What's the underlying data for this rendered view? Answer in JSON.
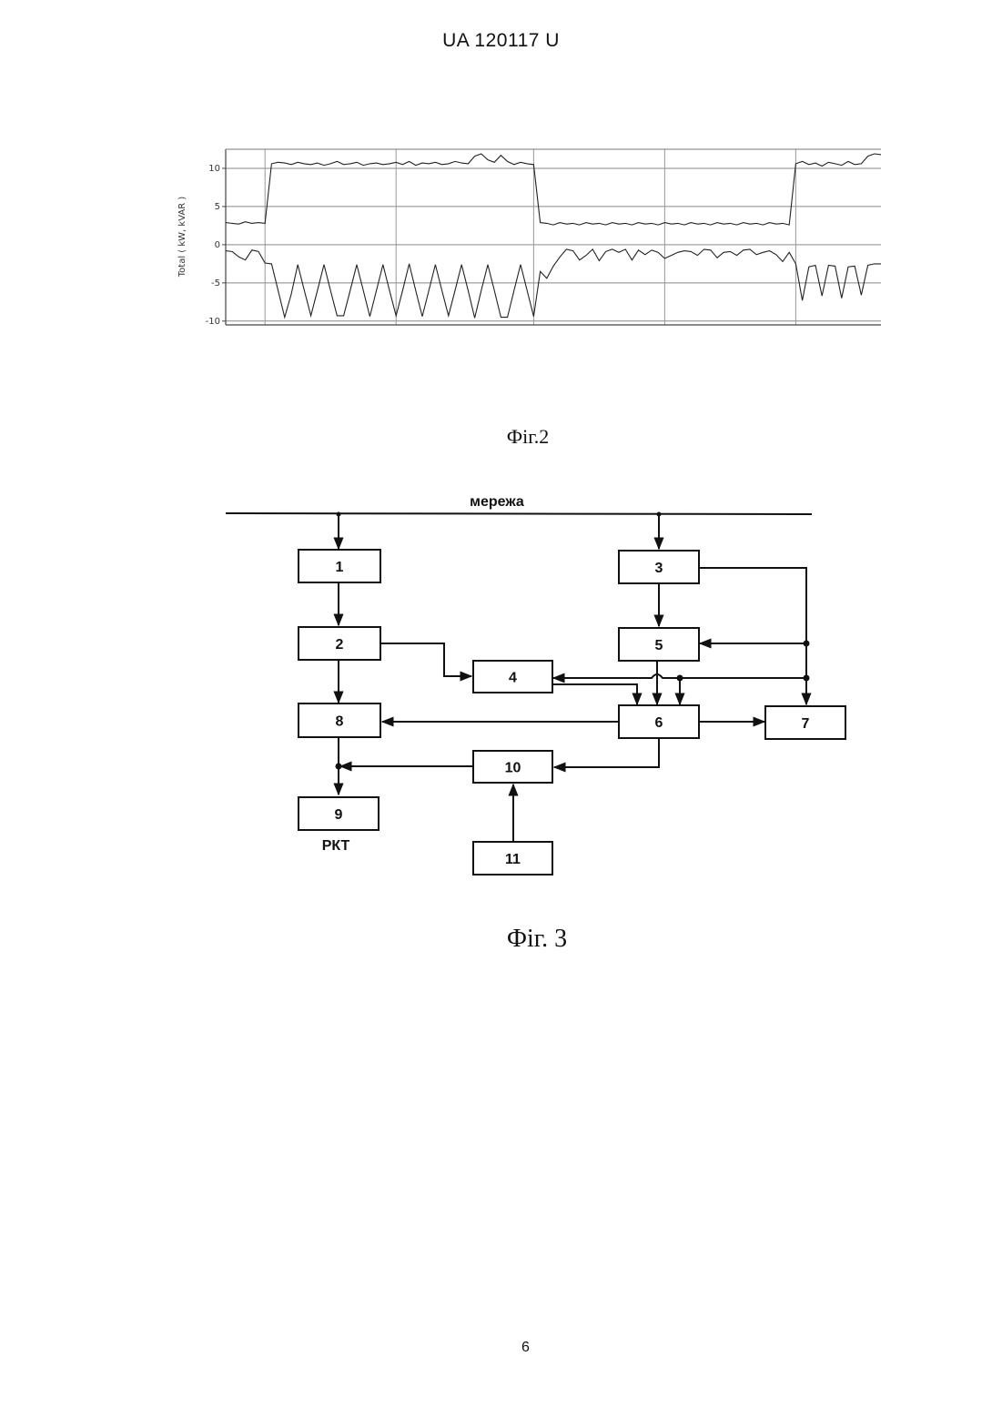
{
  "header": {
    "doc_id": "UA   120117   U"
  },
  "figure2": {
    "caption": "Фіг.2",
    "chart_data": {
      "type": "line",
      "ylabel": "Total ( kW, kVAR )",
      "ylim": [
        -10.5,
        12.5
      ],
      "xlim": [
        0,
        100
      ],
      "yticks": [
        10,
        5,
        0,
        -5,
        -10
      ],
      "ytick_labels": [
        "10",
        "5",
        "0",
        "-5",
        "-10"
      ],
      "hgrid": [
        10,
        5,
        0,
        -5,
        -10
      ],
      "vgrid": [
        6,
        26,
        47,
        67,
        87
      ],
      "grid": true,
      "series": [
        {
          "values": [
            [
              0,
              2.9
            ],
            [
              1,
              2.8
            ],
            [
              2,
              2.7
            ],
            [
              3,
              3.0
            ],
            [
              4,
              2.8
            ],
            [
              5,
              2.9
            ],
            [
              6,
              2.8
            ],
            [
              7,
              10.6
            ],
            [
              8,
              10.8
            ],
            [
              9,
              10.7
            ],
            [
              10,
              10.5
            ],
            [
              11,
              10.8
            ],
            [
              12,
              10.6
            ],
            [
              13,
              10.5
            ],
            [
              14,
              10.7
            ],
            [
              15,
              10.4
            ],
            [
              16,
              10.6
            ],
            [
              17,
              10.9
            ],
            [
              18,
              10.5
            ],
            [
              19,
              10.6
            ],
            [
              20,
              10.8
            ],
            [
              21,
              10.4
            ],
            [
              22,
              10.6
            ],
            [
              23,
              10.7
            ],
            [
              24,
              10.5
            ],
            [
              25,
              10.6
            ],
            [
              26,
              10.8
            ],
            [
              27,
              10.5
            ],
            [
              28,
              10.9
            ],
            [
              29,
              10.4
            ],
            [
              30,
              10.7
            ],
            [
              31,
              10.6
            ],
            [
              32,
              10.8
            ],
            [
              33,
              10.5
            ],
            [
              34,
              10.6
            ],
            [
              35,
              10.9
            ],
            [
              36,
              10.7
            ],
            [
              37,
              10.6
            ],
            [
              38,
              11.6
            ],
            [
              39,
              11.9
            ],
            [
              40,
              11.1
            ],
            [
              41,
              10.8
            ],
            [
              42,
              11.7
            ],
            [
              43,
              10.9
            ],
            [
              44,
              10.5
            ],
            [
              45,
              10.8
            ],
            [
              46,
              10.6
            ],
            [
              47,
              10.5
            ],
            [
              48,
              2.9
            ],
            [
              49,
              2.8
            ],
            [
              50,
              2.6
            ],
            [
              51,
              2.9
            ],
            [
              52,
              2.7
            ],
            [
              53,
              2.8
            ],
            [
              54,
              2.6
            ],
            [
              55,
              2.9
            ],
            [
              56,
              2.7
            ],
            [
              57,
              2.8
            ],
            [
              58,
              2.6
            ],
            [
              59,
              2.9
            ],
            [
              60,
              2.7
            ],
            [
              61,
              2.8
            ],
            [
              62,
              2.6
            ],
            [
              63,
              2.9
            ],
            [
              64,
              2.7
            ],
            [
              65,
              2.8
            ],
            [
              66,
              2.6
            ],
            [
              67,
              2.9
            ],
            [
              68,
              2.7
            ],
            [
              69,
              2.8
            ],
            [
              70,
              2.6
            ],
            [
              71,
              2.9
            ],
            [
              72,
              2.7
            ],
            [
              73,
              2.8
            ],
            [
              74,
              2.6
            ],
            [
              75,
              2.9
            ],
            [
              76,
              2.7
            ],
            [
              77,
              2.8
            ],
            [
              78,
              2.6
            ],
            [
              79,
              2.9
            ],
            [
              80,
              2.7
            ],
            [
              81,
              2.8
            ],
            [
              82,
              2.6
            ],
            [
              83,
              2.9
            ],
            [
              84,
              2.7
            ],
            [
              85,
              2.8
            ],
            [
              86,
              2.6
            ],
            [
              87,
              10.6
            ],
            [
              88,
              10.9
            ],
            [
              89,
              10.5
            ],
            [
              90,
              10.7
            ],
            [
              91,
              10.3
            ],
            [
              92,
              10.8
            ],
            [
              93,
              10.6
            ],
            [
              94,
              10.4
            ],
            [
              95,
              10.9
            ],
            [
              96,
              10.5
            ],
            [
              97,
              10.6
            ],
            [
              98,
              11.6
            ],
            [
              99,
              11.9
            ],
            [
              100,
              11.8
            ]
          ]
        },
        {
          "values": [
            [
              0,
              -0.8
            ],
            [
              1,
              -0.9
            ],
            [
              2,
              -1.6
            ],
            [
              3,
              -2.0
            ],
            [
              4,
              -0.7
            ],
            [
              5,
              -0.9
            ],
            [
              6,
              -2.4
            ],
            [
              7,
              -2.5
            ],
            [
              8,
              -6.0
            ],
            [
              9,
              -9.5
            ],
            [
              10,
              -6.5
            ],
            [
              11,
              -2.6
            ],
            [
              12,
              -6.0
            ],
            [
              13,
              -9.3
            ],
            [
              14,
              -6.0
            ],
            [
              15,
              -2.6
            ],
            [
              16,
              -6.0
            ],
            [
              17,
              -9.3
            ],
            [
              18,
              -9.3
            ],
            [
              19,
              -6.0
            ],
            [
              20,
              -2.6
            ],
            [
              21,
              -6.0
            ],
            [
              22,
              -9.4
            ],
            [
              23,
              -6.0
            ],
            [
              24,
              -2.6
            ],
            [
              25,
              -6.0
            ],
            [
              26,
              -9.3
            ],
            [
              27,
              -6.0
            ],
            [
              28,
              -2.5
            ],
            [
              29,
              -6.0
            ],
            [
              30,
              -9.4
            ],
            [
              31,
              -6.0
            ],
            [
              32,
              -2.6
            ],
            [
              33,
              -6.0
            ],
            [
              34,
              -9.3
            ],
            [
              35,
              -6.0
            ],
            [
              36,
              -2.6
            ],
            [
              37,
              -6.0
            ],
            [
              38,
              -9.6
            ],
            [
              39,
              -6.0
            ],
            [
              40,
              -2.6
            ],
            [
              41,
              -6.0
            ],
            [
              42,
              -9.5
            ],
            [
              43,
              -9.5
            ],
            [
              44,
              -6.0
            ],
            [
              45,
              -2.6
            ],
            [
              46,
              -6.0
            ],
            [
              47,
              -9.4
            ],
            [
              48,
              -3.5
            ],
            [
              49,
              -4.4
            ],
            [
              50,
              -2.8
            ],
            [
              51,
              -1.6
            ],
            [
              52,
              -0.6
            ],
            [
              53,
              -0.8
            ],
            [
              54,
              -2.0
            ],
            [
              55,
              -1.4
            ],
            [
              56,
              -0.6
            ],
            [
              57,
              -2.1
            ],
            [
              58,
              -0.9
            ],
            [
              59,
              -0.6
            ],
            [
              60,
              -1.0
            ],
            [
              61,
              -0.6
            ],
            [
              62,
              -2.0
            ],
            [
              63,
              -0.7
            ],
            [
              64,
              -1.3
            ],
            [
              65,
              -0.7
            ],
            [
              66,
              -1.0
            ],
            [
              67,
              -1.8
            ],
            [
              68,
              -1.4
            ],
            [
              69,
              -1.0
            ],
            [
              70,
              -0.8
            ],
            [
              71,
              -0.9
            ],
            [
              72,
              -1.4
            ],
            [
              73,
              -0.6
            ],
            [
              74,
              -0.7
            ],
            [
              75,
              -1.7
            ],
            [
              76,
              -1.0
            ],
            [
              77,
              -0.9
            ],
            [
              78,
              -1.4
            ],
            [
              79,
              -0.7
            ],
            [
              80,
              -0.6
            ],
            [
              81,
              -1.3
            ],
            [
              82,
              -1.0
            ],
            [
              83,
              -0.8
            ],
            [
              84,
              -1.3
            ],
            [
              85,
              -2.2
            ],
            [
              86,
              -1.0
            ],
            [
              87,
              -2.5
            ],
            [
              88,
              -7.3
            ],
            [
              89,
              -2.9
            ],
            [
              90,
              -2.7
            ],
            [
              91,
              -6.7
            ],
            [
              92,
              -2.7
            ],
            [
              93,
              -2.8
            ],
            [
              94,
              -7.0
            ],
            [
              95,
              -2.9
            ],
            [
              96,
              -2.8
            ],
            [
              97,
              -6.6
            ],
            [
              98,
              -2.7
            ],
            [
              99,
              -2.5
            ],
            [
              100,
              -2.5
            ]
          ]
        }
      ]
    }
  },
  "figure3": {
    "caption": "Фіг. 3",
    "network_label": "мережа",
    "pkt_label": "РКТ",
    "blocks": [
      {
        "id": "b1",
        "label": "1"
      },
      {
        "id": "b2",
        "label": "2"
      },
      {
        "id": "b3",
        "label": "3"
      },
      {
        "id": "b4",
        "label": "4"
      },
      {
        "id": "b5",
        "label": "5"
      },
      {
        "id": "b6",
        "label": "6"
      },
      {
        "id": "b7",
        "label": "7"
      },
      {
        "id": "b8",
        "label": "8"
      },
      {
        "id": "b9",
        "label": "9"
      },
      {
        "id": "b10",
        "label": "10"
      },
      {
        "id": "b11",
        "label": "11"
      }
    ]
  },
  "footer": {
    "page_number": "6"
  }
}
